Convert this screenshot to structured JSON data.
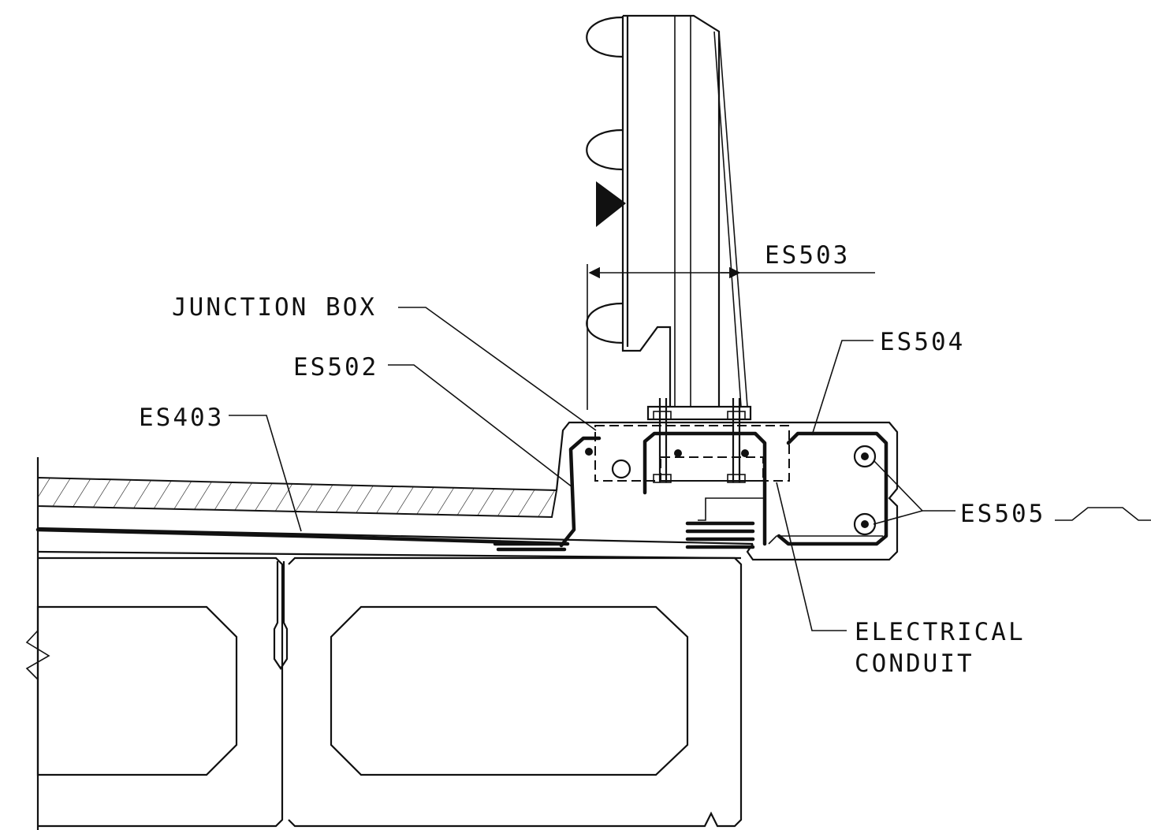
{
  "labels": {
    "junction_box": "JUNCTION BOX",
    "es503": "ES503",
    "es504": "ES504",
    "es502": "ES502",
    "es403": "ES403",
    "es505": "ES505",
    "electrical_conduit_line1": "ELECTRICAL",
    "electrical_conduit_line2": "CONDUIT"
  },
  "colors": {
    "ink": "#111111",
    "paper": "#ffffff"
  }
}
